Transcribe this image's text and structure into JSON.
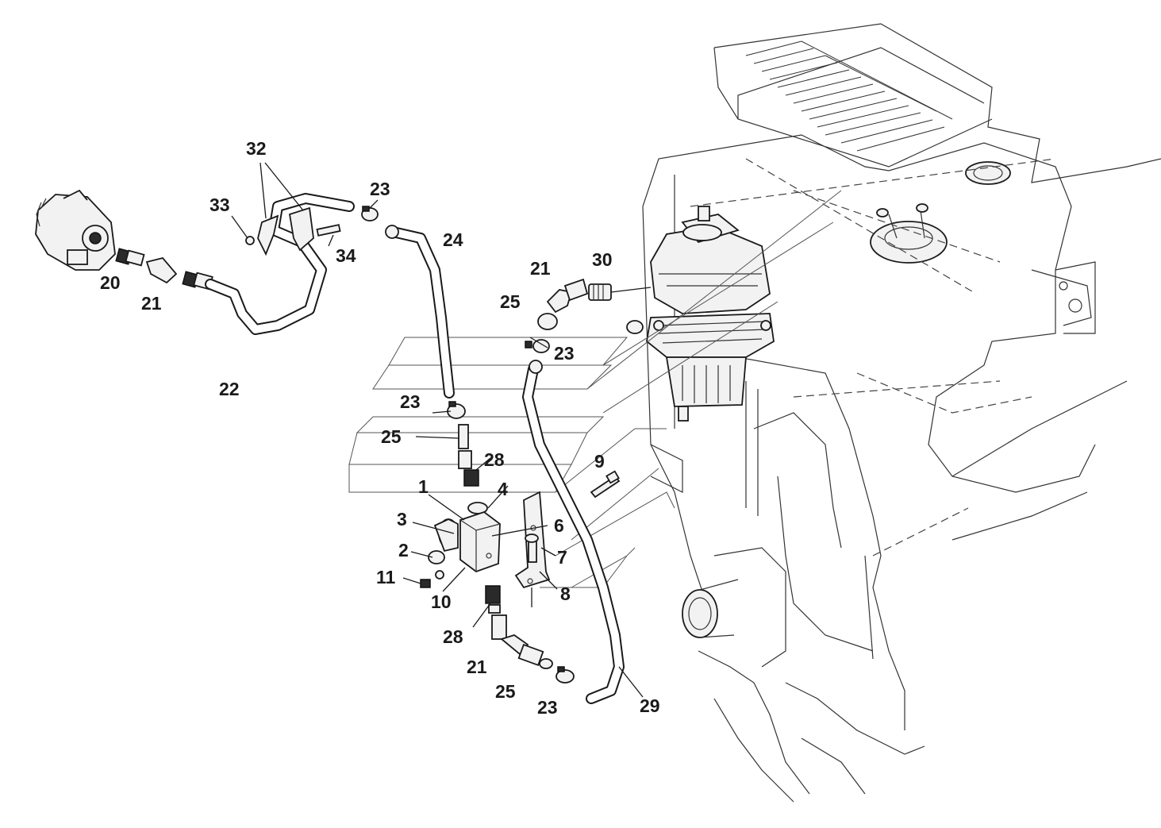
{
  "labels": {
    "l32": "32",
    "l33": "33",
    "l34": "34",
    "l23a": "23",
    "l24": "24",
    "l20": "20",
    "l21a": "21",
    "l22": "22",
    "l21b": "21",
    "l30": "30",
    "l25a": "25",
    "l23b": "23",
    "l23c": "23",
    "l25b": "25",
    "l28a": "28",
    "l9": "9",
    "l1": "1",
    "l4": "4",
    "l3": "3",
    "l6": "6",
    "l2": "2",
    "l7": "7",
    "l11": "11",
    "l10": "10",
    "l8": "8",
    "l28b": "28",
    "l21c": "21",
    "l25c": "25",
    "l23d": "23",
    "l29": "29"
  }
}
